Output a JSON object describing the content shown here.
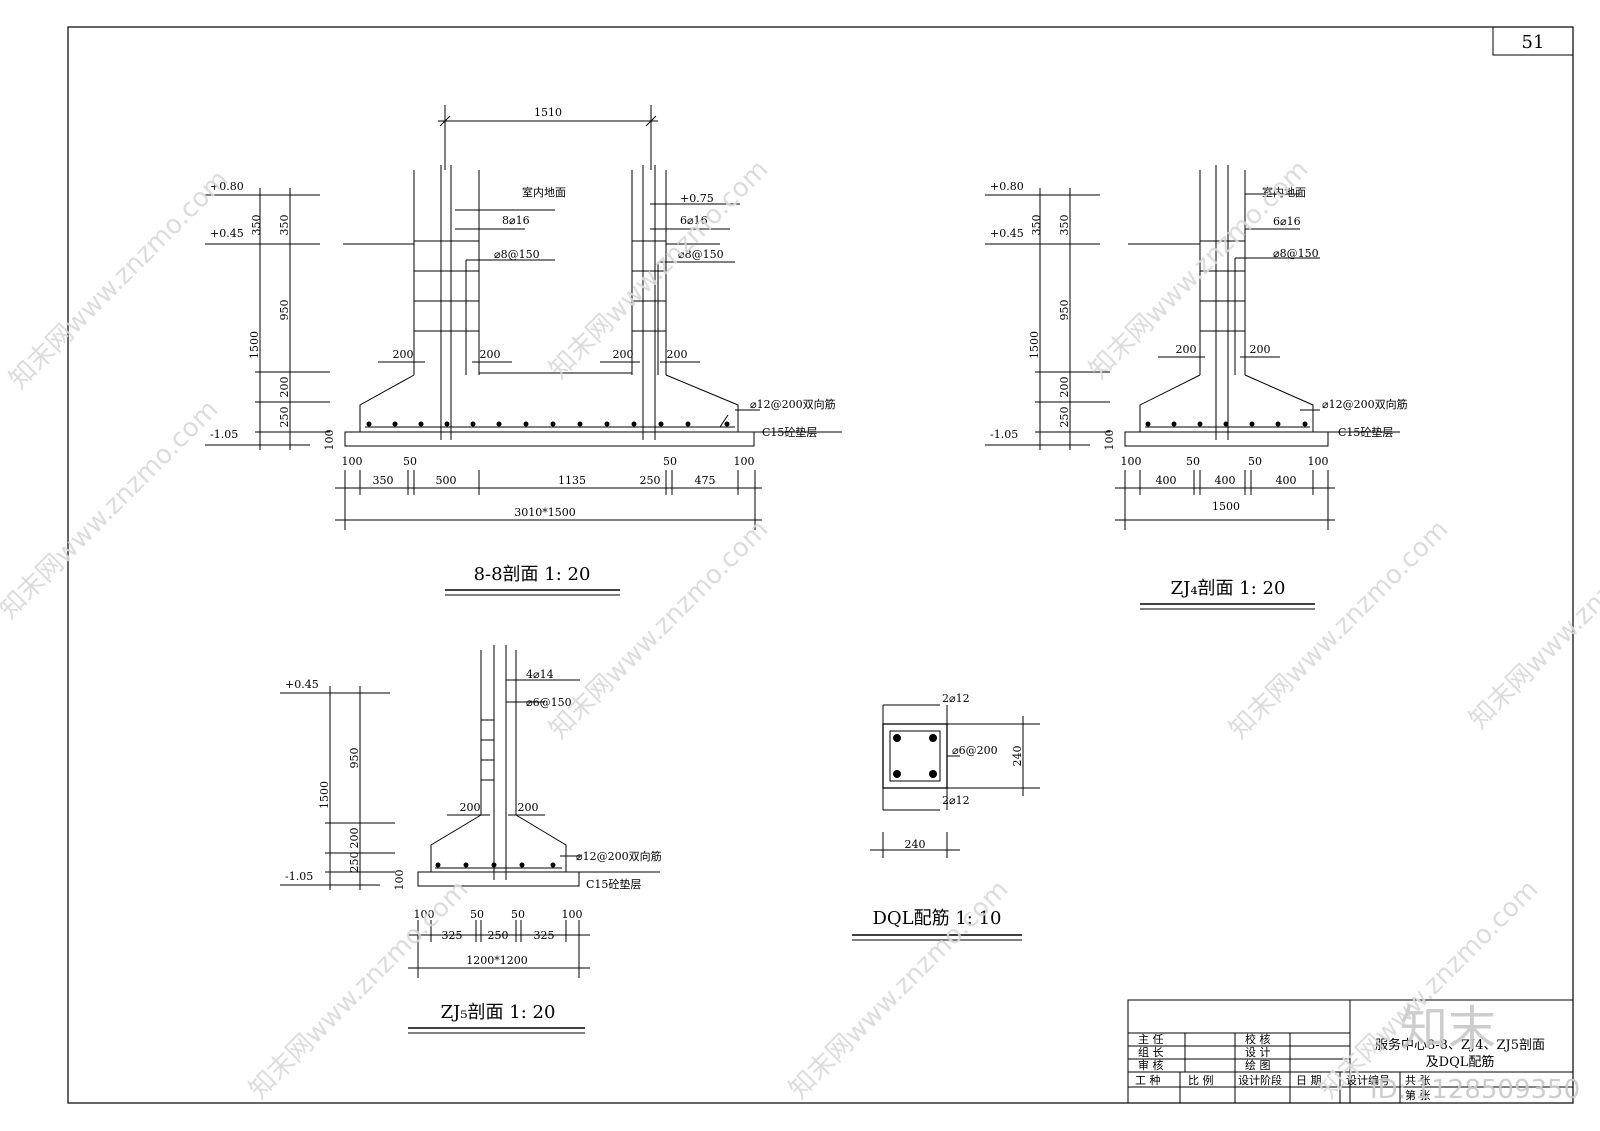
{
  "page_number": "51",
  "sections": {
    "s88": {
      "title": "8-8剖面  1: 20",
      "top_dim": "1510",
      "levels": [
        "+0.80",
        "+0.45",
        "-1.05",
        "+0.75"
      ],
      "vert_dims": [
        "350",
        "950",
        "200",
        "250",
        "100",
        "1500",
        "350"
      ],
      "labels": [
        "室内地面",
        "8⌀16",
        "⌀8@150",
        "6⌀16",
        "⌀8@150",
        "⌀12@200双向筋",
        "C15砼垫层"
      ],
      "dim200": [
        "200",
        "200",
        "200",
        "200"
      ],
      "bottom_dims_1": [
        "100",
        "50",
        "50",
        "100"
      ],
      "bottom_dims_2": [
        "350",
        "500",
        "1135",
        "250",
        "475"
      ],
      "overall": "3010*1500"
    },
    "zj4": {
      "title": "ZJ₄剖面  1: 20",
      "levels": [
        "+0.80",
        "+0.45",
        "-1.05"
      ],
      "vert_dims": [
        "350",
        "950",
        "200",
        "250",
        "100",
        "1500",
        "350"
      ],
      "labels": [
        "室内地面",
        "6⌀16",
        "⌀8@150",
        "⌀12@200双向筋",
        "C15砼垫层"
      ],
      "dim200": [
        "200",
        "200"
      ],
      "bottom_dims_1": [
        "100",
        "50",
        "50",
        "100"
      ],
      "bottom_dims_2": [
        "400",
        "400",
        "400"
      ],
      "overall": "1500"
    },
    "zj5": {
      "title": "ZJ₅剖面  1: 20",
      "levels": [
        "+0.45",
        "-1.05"
      ],
      "vert_dims": [
        "950",
        "200",
        "250",
        "100",
        "1500"
      ],
      "labels": [
        "4⌀14",
        "⌀6@150",
        "⌀12@200双向筋",
        "C15砼垫层"
      ],
      "dim200": [
        "200",
        "200"
      ],
      "bottom_dims_1": [
        "100",
        "50",
        "50",
        "100"
      ],
      "bottom_dims_2": [
        "325",
        "250",
        "325"
      ],
      "overall": "1200*1200"
    },
    "dql": {
      "title": "DQL配筋  1: 10",
      "labels": [
        "2⌀12",
        "⌀6@200",
        "2⌀12"
      ],
      "dims": [
        "240",
        "240"
      ]
    }
  },
  "title_block": {
    "cells": [
      "主  任",
      "校  核",
      "组  长",
      "设  计",
      "审  核",
      "绘  图",
      "工  种",
      "比  例",
      "设计阶段",
      "日  期",
      "设计编号",
      "共  张"
    ],
    "drawing_title_line1": "服务中心8-8、ZJ4、ZJ5剖面",
    "drawing_title_line2": "及DQL配筋",
    "sheet": "第  张"
  },
  "watermarks": {
    "text": "知末网www.znzmo.com",
    "logo": "知末",
    "id": "ID: 1128509350"
  }
}
